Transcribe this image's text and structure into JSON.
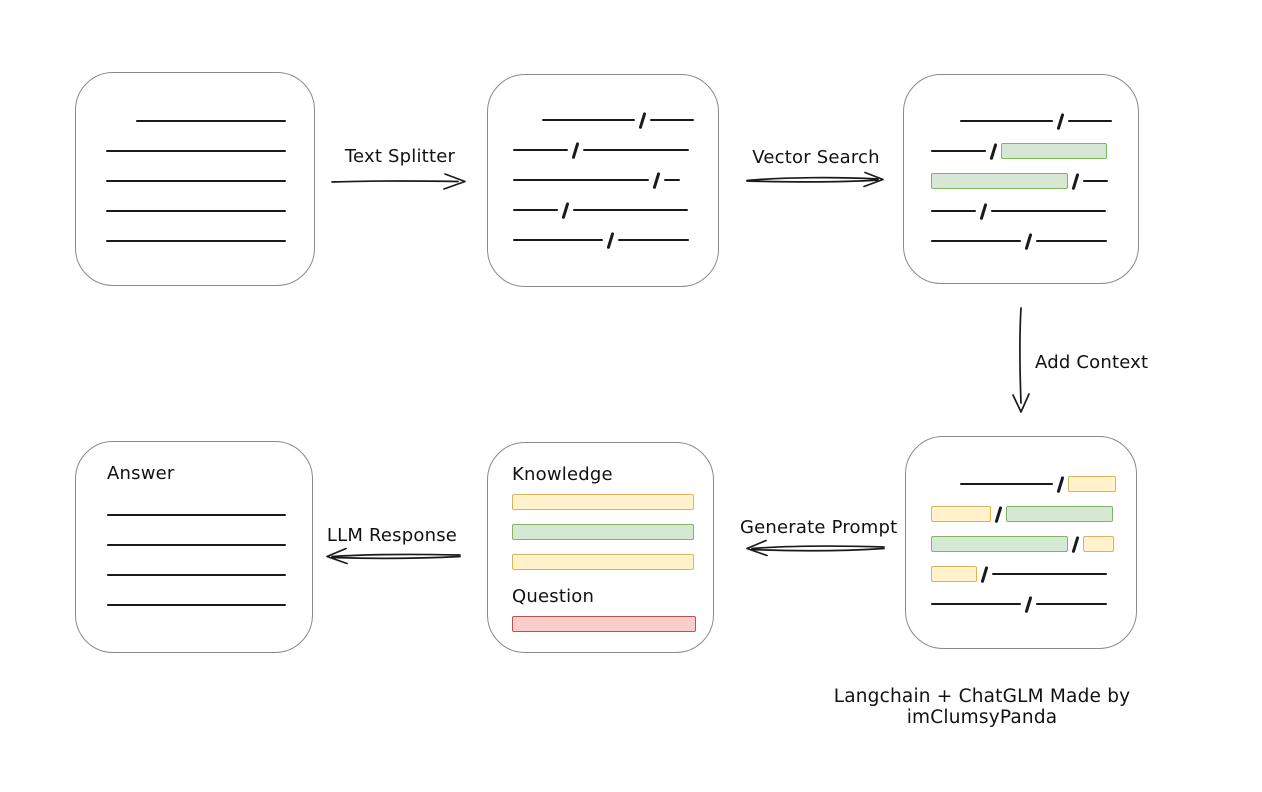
{
  "caption": "Langchain + ChatGLM Made by imClumsyPanda",
  "colors": {
    "green_fill": "#d5e8d4",
    "green_border": "#82b366",
    "yellow_fill": "#fff2cc",
    "yellow_border": "#d6b656",
    "red_fill": "#f8cecc",
    "red_border": "#b85450",
    "box_border": "#8a8a8a",
    "line": "#1a1a1a"
  },
  "arrows": {
    "text_splitter": {
      "label": "Text Splitter",
      "direction": "right"
    },
    "vector_search": {
      "label": "Vector Search",
      "direction": "right"
    },
    "add_context": {
      "label": "Add Context",
      "direction": "down"
    },
    "generate_prompt": {
      "label": "Generate Prompt",
      "direction": "left"
    },
    "llm_response": {
      "label": "LLM Response",
      "direction": "left"
    }
  },
  "nodes": {
    "document": {
      "rows": [
        [
          {
            "t": "gap",
            "w": 30
          },
          {
            "t": "line",
            "w": 150
          }
        ],
        [
          {
            "t": "line",
            "w": 180
          }
        ],
        [
          {
            "t": "line",
            "w": 180
          }
        ],
        [
          {
            "t": "line",
            "w": 180
          }
        ],
        [
          {
            "t": "line",
            "w": 180
          }
        ]
      ]
    },
    "chunks": {
      "rows": [
        [
          {
            "t": "gap",
            "w": 29
          },
          {
            "t": "line",
            "w": 93
          },
          {
            "t": "slash"
          },
          {
            "t": "line",
            "w": 44
          }
        ],
        [
          {
            "t": "line",
            "w": 55
          },
          {
            "t": "slash"
          },
          {
            "t": "line",
            "w": 106
          }
        ],
        [
          {
            "t": "line",
            "w": 136
          },
          {
            "t": "slash"
          },
          {
            "t": "line",
            "w": 16
          }
        ],
        [
          {
            "t": "line",
            "w": 45
          },
          {
            "t": "slash"
          },
          {
            "t": "line",
            "w": 115
          }
        ],
        [
          {
            "t": "line",
            "w": 90
          },
          {
            "t": "slash"
          },
          {
            "t": "line",
            "w": 71
          }
        ]
      ]
    },
    "retrieved": {
      "rows": [
        [
          {
            "t": "gap",
            "w": 29
          },
          {
            "t": "line",
            "w": 93
          },
          {
            "t": "slash"
          },
          {
            "t": "line",
            "w": 44
          }
        ],
        [
          {
            "t": "line",
            "w": 55
          },
          {
            "t": "slash"
          },
          {
            "t": "green",
            "w": 106
          }
        ],
        [
          {
            "t": "green",
            "w": 137
          },
          {
            "t": "slash"
          },
          {
            "t": "line",
            "w": 25
          }
        ],
        [
          {
            "t": "line",
            "w": 45
          },
          {
            "t": "slash"
          },
          {
            "t": "line",
            "w": 115
          }
        ],
        [
          {
            "t": "line",
            "w": 90
          },
          {
            "t": "slash"
          },
          {
            "t": "line",
            "w": 71
          }
        ]
      ]
    },
    "context": {
      "rows": [
        [
          {
            "t": "gap",
            "w": 29
          },
          {
            "t": "line",
            "w": 93
          },
          {
            "t": "slash"
          },
          {
            "t": "yellow",
            "w": 48
          }
        ],
        [
          {
            "t": "yellow",
            "w": 60
          },
          {
            "t": "slash"
          },
          {
            "t": "green",
            "w": 107
          }
        ],
        [
          {
            "t": "green",
            "w": 137
          },
          {
            "t": "slash"
          },
          {
            "t": "yellow",
            "w": 31
          }
        ],
        [
          {
            "t": "yellow",
            "w": 46
          },
          {
            "t": "slash"
          },
          {
            "t": "line",
            "w": 115
          }
        ],
        [
          {
            "t": "line",
            "w": 90
          },
          {
            "t": "slash"
          },
          {
            "t": "line",
            "w": 71
          }
        ]
      ]
    },
    "prompt": {
      "knowledge_label": "Knowledge",
      "question_label": "Question",
      "knowledge_rows": [
        [
          {
            "t": "yellow",
            "w": 182
          }
        ],
        [
          {
            "t": "green",
            "w": 182
          }
        ],
        [
          {
            "t": "yellow",
            "w": 182
          }
        ]
      ],
      "question_rows": [
        [
          {
            "t": "red",
            "w": 184
          }
        ]
      ]
    },
    "answer": {
      "title": "Answer",
      "rows": [
        [
          {
            "t": "line",
            "w": 179
          }
        ],
        [
          {
            "t": "line",
            "w": 179
          }
        ],
        [
          {
            "t": "line",
            "w": 179
          }
        ],
        [
          {
            "t": "line",
            "w": 179
          }
        ]
      ]
    }
  }
}
